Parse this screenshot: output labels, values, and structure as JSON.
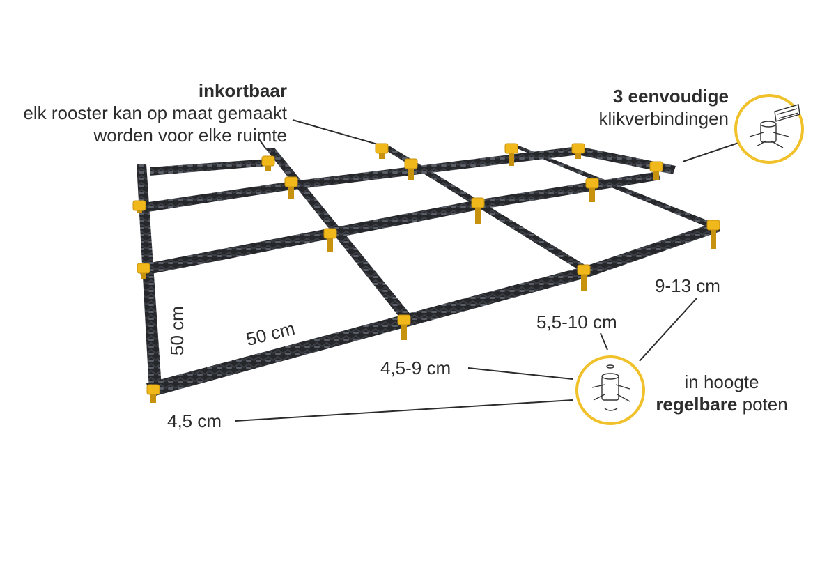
{
  "annotations": {
    "inkortbaar": {
      "title": "inkortbaar",
      "line1": "elk rooster kan op maat gemaakt",
      "line2": "worden voor elke ruimte"
    },
    "klik": {
      "title": "3 eenvoudige",
      "line1": "klikverbindingen"
    },
    "poten": {
      "line1": "in hoogte",
      "bold": "regelbare",
      "rest": " poten"
    }
  },
  "dimensions": {
    "width_cm": "50 cm",
    "depth_cm": "50 cm",
    "h1": "4,5 cm",
    "h2": "4,5-9 cm",
    "h3": "5,5-10 cm",
    "h4": "9-13 cm"
  },
  "colors": {
    "frame": "#25272b",
    "frame_edge": "#3c3f45",
    "connector": "#f1b81c",
    "connector_dark": "#c7920e",
    "circle": "#f0c12a",
    "leader": "#2b2b2b"
  }
}
